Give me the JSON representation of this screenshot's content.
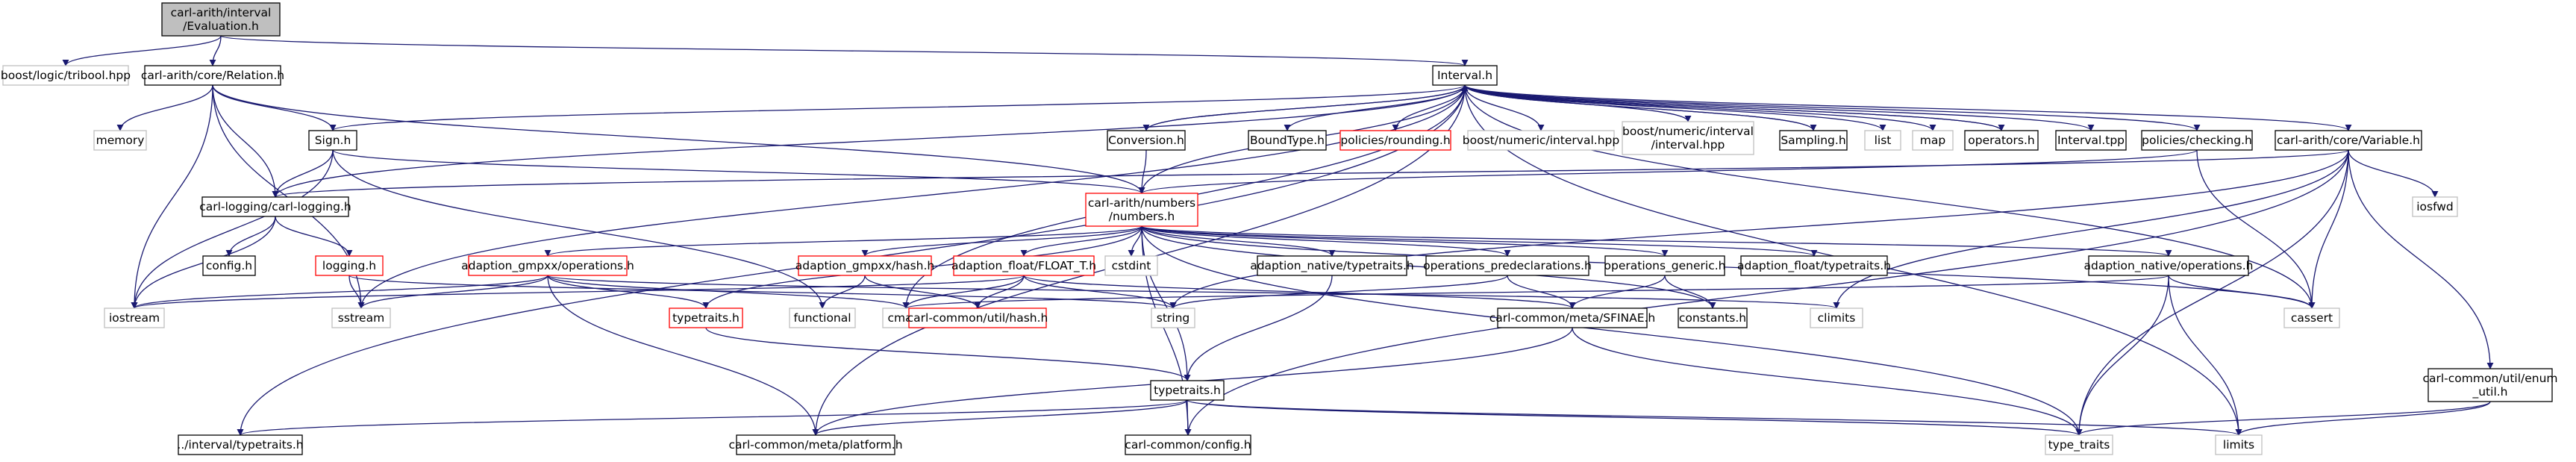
{
  "colors": {
    "edge": "#191970",
    "border_normal": "#000000",
    "border_missing": "#bfbfbf",
    "border_truncated": "#ff0000",
    "fill_root": "#bfbfbf",
    "fill_normal": "#ffffff"
  },
  "graph": {
    "nodes": [
      {
        "id": "evaluation",
        "lines": [
          "carl-arith/interval",
          "/Evaluation.h"
        ],
        "style": "root"
      },
      {
        "id": "tribool",
        "lines": [
          "boost/logic/tribool.hpp"
        ],
        "style": "missing"
      },
      {
        "id": "relation",
        "lines": [
          "carl-arith/core/Relation.h"
        ],
        "style": "normal"
      },
      {
        "id": "interval",
        "lines": [
          "Interval.h"
        ],
        "style": "normal"
      },
      {
        "id": "memory",
        "lines": [
          "memory"
        ],
        "style": "missing"
      },
      {
        "id": "sign",
        "lines": [
          "Sign.h"
        ],
        "style": "normal"
      },
      {
        "id": "conversion",
        "lines": [
          "Conversion.h"
        ],
        "style": "normal"
      },
      {
        "id": "boundtype",
        "lines": [
          "BoundType.h"
        ],
        "style": "normal"
      },
      {
        "id": "rounding",
        "lines": [
          "policies/rounding.h"
        ],
        "style": "truncated"
      },
      {
        "id": "bn_interval",
        "lines": [
          "boost/numeric/interval.hpp"
        ],
        "style": "missing"
      },
      {
        "id": "bn_interval_i",
        "lines": [
          "boost/numeric/interval",
          "/interval.hpp"
        ],
        "style": "missing"
      },
      {
        "id": "sampling",
        "lines": [
          "Sampling.h"
        ],
        "style": "normal"
      },
      {
        "id": "list",
        "lines": [
          "list"
        ],
        "style": "missing"
      },
      {
        "id": "map",
        "lines": [
          "map"
        ],
        "style": "missing"
      },
      {
        "id": "operators",
        "lines": [
          "operators.h"
        ],
        "style": "normal"
      },
      {
        "id": "interval_tpp",
        "lines": [
          "Interval.tpp"
        ],
        "style": "normal"
      },
      {
        "id": "checking",
        "lines": [
          "policies/checking.h"
        ],
        "style": "normal"
      },
      {
        "id": "variable",
        "lines": [
          "carl-arith/core/Variable.h"
        ],
        "style": "normal"
      },
      {
        "id": "carllogging",
        "lines": [
          "carl-logging/carl-logging.h"
        ],
        "style": "normal"
      },
      {
        "id": "numbers",
        "lines": [
          "carl-arith/numbers",
          "/numbers.h"
        ],
        "style": "truncated"
      },
      {
        "id": "iosfwd",
        "lines": [
          "iosfwd"
        ],
        "style": "missing"
      },
      {
        "id": "config_h",
        "lines": [
          "config.h"
        ],
        "style": "normal"
      },
      {
        "id": "logging_h",
        "lines": [
          "logging.h"
        ],
        "style": "truncated"
      },
      {
        "id": "gmpxx_ops",
        "lines": [
          "adaption_gmpxx/operations.h"
        ],
        "style": "truncated"
      },
      {
        "id": "gmpxx_hash",
        "lines": [
          "adaption_gmpxx/hash.h"
        ],
        "style": "truncated"
      },
      {
        "id": "float_t",
        "lines": [
          "adaption_float/FLOAT_T.h"
        ],
        "style": "truncated"
      },
      {
        "id": "cstdint",
        "lines": [
          "cstdint"
        ],
        "style": "missing"
      },
      {
        "id": "native_tt",
        "lines": [
          "adaption_native/typetraits.h"
        ],
        "style": "normal"
      },
      {
        "id": "ops_predecl",
        "lines": [
          "operations_predeclarations.h"
        ],
        "style": "normal"
      },
      {
        "id": "ops_generic",
        "lines": [
          "operations_generic.h"
        ],
        "style": "normal"
      },
      {
        "id": "float_tt",
        "lines": [
          "adaption_float/typetraits.h"
        ],
        "style": "normal"
      },
      {
        "id": "native_ops",
        "lines": [
          "adaption_native/operations.h"
        ],
        "style": "normal"
      },
      {
        "id": "cassert",
        "lines": [
          "cassert"
        ],
        "style": "missing"
      },
      {
        "id": "iostream",
        "lines": [
          "iostream"
        ],
        "style": "missing"
      },
      {
        "id": "sstream",
        "lines": [
          "sstream"
        ],
        "style": "missing"
      },
      {
        "id": "typetraits_red",
        "lines": [
          "typetraits.h"
        ],
        "style": "truncated"
      },
      {
        "id": "functional",
        "lines": [
          "functional"
        ],
        "style": "missing"
      },
      {
        "id": "cmath",
        "lines": [
          "cmath"
        ],
        "style": "missing"
      },
      {
        "id": "hash_h",
        "lines": [
          "carl-common/util/hash.h"
        ],
        "style": "truncated"
      },
      {
        "id": "string",
        "lines": [
          "string"
        ],
        "style": "missing"
      },
      {
        "id": "sfinae",
        "lines": [
          "carl-common/meta/SFINAE.h"
        ],
        "style": "normal"
      },
      {
        "id": "constants",
        "lines": [
          "constants.h"
        ],
        "style": "normal"
      },
      {
        "id": "climits",
        "lines": [
          "climits"
        ],
        "style": "missing"
      },
      {
        "id": "typetraits_h",
        "lines": [
          "typetraits.h"
        ],
        "style": "normal"
      },
      {
        "id": "enum_util",
        "lines": [
          "carl-common/util/enum",
          "_util.h"
        ],
        "style": "normal"
      },
      {
        "id": "interval_tt",
        "lines": [
          "../interval/typetraits.h"
        ],
        "style": "normal"
      },
      {
        "id": "platform",
        "lines": [
          "carl-common/meta/platform.h"
        ],
        "style": "normal"
      },
      {
        "id": "common_config",
        "lines": [
          "carl-common/config.h"
        ],
        "style": "normal"
      },
      {
        "id": "type_traits",
        "lines": [
          "type_traits"
        ],
        "style": "missing"
      },
      {
        "id": "limits",
        "lines": [
          "limits"
        ],
        "style": "missing"
      }
    ],
    "edges": [
      [
        "evaluation",
        "tribool"
      ],
      [
        "evaluation",
        "relation"
      ],
      [
        "evaluation",
        "interval"
      ],
      [
        "relation",
        "memory"
      ],
      [
        "relation",
        "iostream"
      ],
      [
        "relation",
        "sstream"
      ],
      [
        "relation",
        "sign"
      ],
      [
        "relation",
        "carllogging"
      ],
      [
        "relation",
        "numbers"
      ],
      [
        "interval",
        "sign"
      ],
      [
        "interval",
        "conversion"
      ],
      [
        "interval",
        "boundtype"
      ],
      [
        "interval",
        "rounding"
      ],
      [
        "interval",
        "bn_interval"
      ],
      [
        "interval",
        "bn_interval_i"
      ],
      [
        "interval",
        "sampling"
      ],
      [
        "interval",
        "list"
      ],
      [
        "interval",
        "map"
      ],
      [
        "interval",
        "operators"
      ],
      [
        "interval",
        "interval_tpp"
      ],
      [
        "interval",
        "checking"
      ],
      [
        "interval",
        "variable"
      ],
      [
        "interval",
        "numbers"
      ],
      [
        "interval",
        "cassert"
      ],
      [
        "interval",
        "limits"
      ],
      [
        "interval",
        "interval_tt"
      ],
      [
        "interval",
        "platform"
      ],
      [
        "interval",
        "sstream"
      ],
      [
        "interval",
        "cmath"
      ],
      [
        "interval",
        "carllogging"
      ],
      [
        "conversion",
        "interval"
      ],
      [
        "conversion",
        "numbers"
      ],
      [
        "sampling",
        "interval"
      ],
      [
        "operators",
        "interval"
      ],
      [
        "sign",
        "carllogging"
      ],
      [
        "sign",
        "numbers"
      ],
      [
        "sign",
        "functional"
      ],
      [
        "sign",
        "iostream"
      ],
      [
        "checking",
        "numbers"
      ],
      [
        "checking",
        "cassert"
      ],
      [
        "variable",
        "carllogging"
      ],
      [
        "variable",
        "iosfwd"
      ],
      [
        "variable",
        "cassert"
      ],
      [
        "variable",
        "string"
      ],
      [
        "variable",
        "climits"
      ],
      [
        "variable",
        "type_traits"
      ],
      [
        "variable",
        "enum_util"
      ],
      [
        "variable",
        "common_config"
      ],
      [
        "carllogging",
        "config_h"
      ],
      [
        "carllogging",
        "logging_h"
      ],
      [
        "carllogging",
        "iostream"
      ],
      [
        "logging_h",
        "sstream"
      ],
      [
        "logging_h",
        "string"
      ],
      [
        "numbers",
        "gmpxx_ops"
      ],
      [
        "numbers",
        "gmpxx_hash"
      ],
      [
        "numbers",
        "float_t"
      ],
      [
        "numbers",
        "cstdint"
      ],
      [
        "numbers",
        "native_tt"
      ],
      [
        "numbers",
        "ops_predecl"
      ],
      [
        "numbers",
        "ops_generic"
      ],
      [
        "numbers",
        "float_tt"
      ],
      [
        "numbers",
        "native_ops"
      ],
      [
        "numbers",
        "typetraits_h"
      ],
      [
        "numbers",
        "typetraits_red"
      ],
      [
        "numbers",
        "constants"
      ],
      [
        "numbers",
        "cassert"
      ],
      [
        "numbers",
        "type_traits"
      ],
      [
        "numbers",
        "common_config"
      ],
      [
        "gmpxx_ops",
        "iostream"
      ],
      [
        "gmpxx_ops",
        "sstream"
      ],
      [
        "gmpxx_ops",
        "typetraits_red"
      ],
      [
        "gmpxx_ops",
        "cmath"
      ],
      [
        "gmpxx_ops",
        "platform"
      ],
      [
        "gmpxx_ops",
        "climits"
      ],
      [
        "gmpxx_hash",
        "functional"
      ],
      [
        "gmpxx_hash",
        "hash_h"
      ],
      [
        "float_t",
        "cmath"
      ],
      [
        "float_t",
        "hash_h"
      ],
      [
        "float_t",
        "string"
      ],
      [
        "float_t",
        "iostream"
      ],
      [
        "float_t",
        "sfinae"
      ],
      [
        "native_tt",
        "typetraits_h"
      ],
      [
        "ops_predecl",
        "string"
      ],
      [
        "ops_predecl",
        "sfinae"
      ],
      [
        "ops_generic",
        "sfinae"
      ],
      [
        "ops_generic",
        "constants"
      ],
      [
        "native_ops",
        "cassert"
      ],
      [
        "native_ops",
        "type_traits"
      ],
      [
        "native_ops",
        "limits"
      ],
      [
        "native_ops",
        "cmath"
      ],
      [
        "typetraits_red",
        "typetraits_h"
      ],
      [
        "sfinae",
        "type_traits"
      ],
      [
        "sfinae",
        "platform"
      ],
      [
        "typetraits_h",
        "interval_tt"
      ],
      [
        "typetraits_h",
        "platform"
      ],
      [
        "typetraits_h",
        "common_config"
      ],
      [
        "typetraits_h",
        "type_traits"
      ],
      [
        "typetraits_h",
        "limits"
      ],
      [
        "enum_util",
        "type_traits"
      ],
      [
        "enum_util",
        "limits"
      ]
    ]
  }
}
